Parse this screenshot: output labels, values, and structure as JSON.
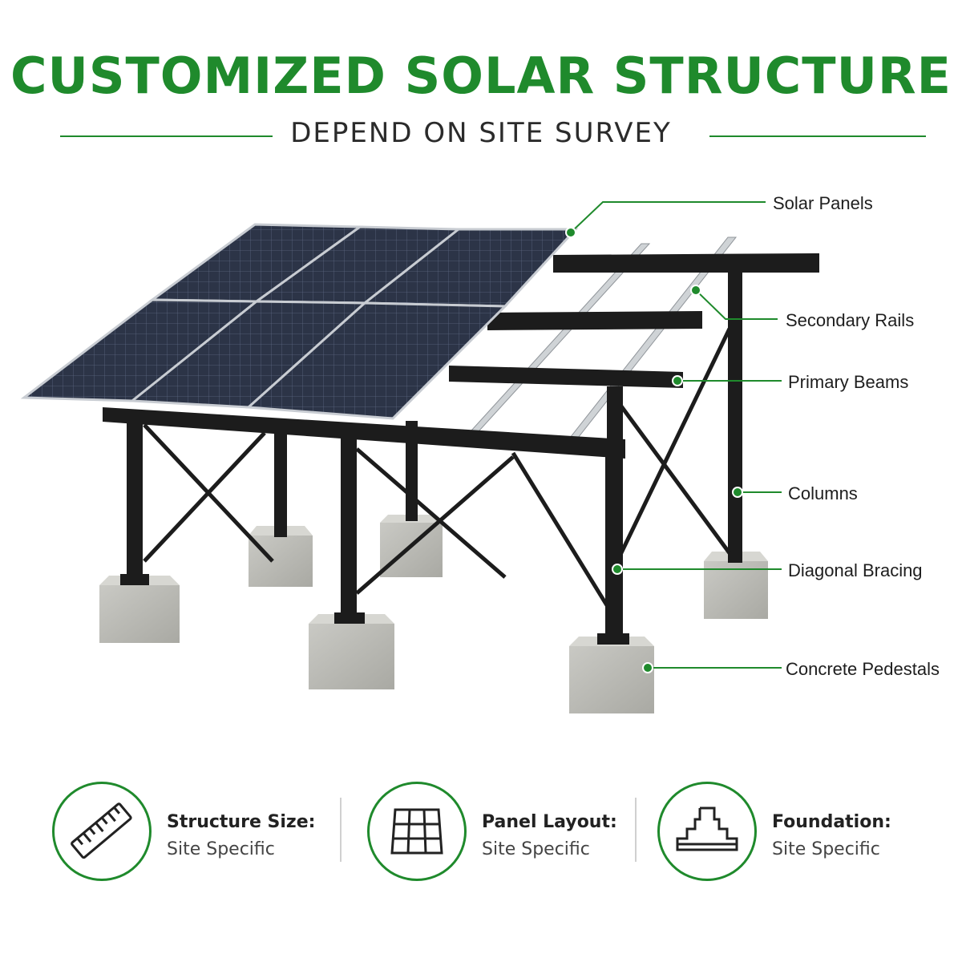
{
  "header": {
    "title": "CUSTOMIZED SOLAR STRUCTURE",
    "subtitle": "DEPEND ON SITE SURVEY"
  },
  "colors": {
    "accent": "#1f8a2c",
    "steel": "#1c1c1c",
    "panel": "#2c3447",
    "concrete": "#bdbdb8"
  },
  "callouts": [
    {
      "label": "Solar Panels"
    },
    {
      "label": "Secondary Rails"
    },
    {
      "label": "Primary Beams"
    },
    {
      "label": "Columns"
    },
    {
      "label": "Diagonal Bracing"
    },
    {
      "label": "Concrete Pedestals"
    }
  ],
  "features": [
    {
      "icon": "ruler-icon",
      "title": "Structure Size:",
      "value": "Site Specific"
    },
    {
      "icon": "panel-grid-icon",
      "title": "Panel Layout:",
      "value": "Site Specific"
    },
    {
      "icon": "foundation-icon",
      "title": "Foundation:",
      "value": "Site Specific"
    }
  ]
}
